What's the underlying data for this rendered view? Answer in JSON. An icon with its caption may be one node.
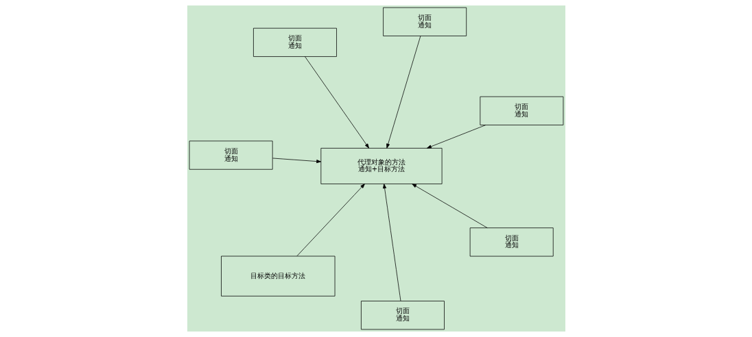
{
  "diagram": {
    "nodes": [
      {
        "text": [
          "切面",
          "通知"
        ]
      },
      {
        "text": [
          "切面",
          "通知"
        ]
      },
      {
        "text": [
          "切面",
          "通知"
        ]
      },
      {
        "text": [
          "代理对象的方法",
          "通知+目标方法"
        ]
      },
      {
        "text": [
          "切面",
          "通知"
        ]
      },
      {
        "text": [
          "切面",
          "通知"
        ]
      },
      {
        "text": [
          "目标类的目标方法"
        ]
      },
      {
        "text": [
          "切面",
          "通知"
        ]
      }
    ],
    "edges": [
      {
        "from": 0,
        "to": 3,
        "arrow": "to"
      },
      {
        "from": 1,
        "to": 3,
        "arrow": "to"
      },
      {
        "from": 2,
        "to": 3,
        "arrow": "to"
      },
      {
        "from": 4,
        "to": 3,
        "arrow": "to"
      },
      {
        "from": 5,
        "to": 3,
        "arrow": "to"
      },
      {
        "from": 6,
        "to": 3,
        "arrow": "to"
      },
      {
        "from": 7,
        "to": 3,
        "arrow": "to"
      }
    ]
  }
}
